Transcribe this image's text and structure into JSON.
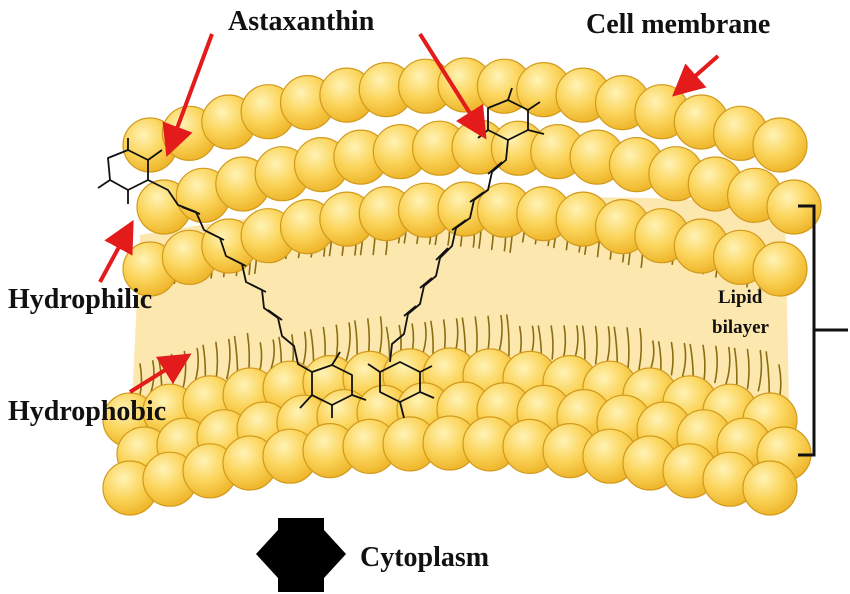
{
  "labels": {
    "astaxanthin": "Astaxanthin",
    "cell_membrane": "Cell membrane",
    "hydrophilic": "Hydrophilic",
    "hydrophobic": "Hydrophobic",
    "lipid_line1": "Lipid",
    "lipid_line2": "bilayer",
    "cytoplasm": "Cytoplasm"
  },
  "colors": {
    "head_fill": "#fbd45a",
    "head_highlight": "#fff3b6",
    "bilayer_fill": "#fbe3a0",
    "tail": "#8a6d10",
    "arrow": "#e41b1b",
    "molecule": "#111111"
  }
}
